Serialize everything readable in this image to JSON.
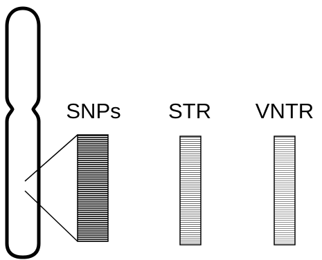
{
  "markers": [
    {
      "label": "SNPs",
      "stripe_color": "#333333"
    },
    {
      "label": "STR",
      "stripe_color": "#6b6b6b"
    },
    {
      "label": "VNTR",
      "stripe_color": "#8f8f8f"
    }
  ],
  "colors": {
    "outline": "#000000",
    "background": "#ffffff"
  }
}
